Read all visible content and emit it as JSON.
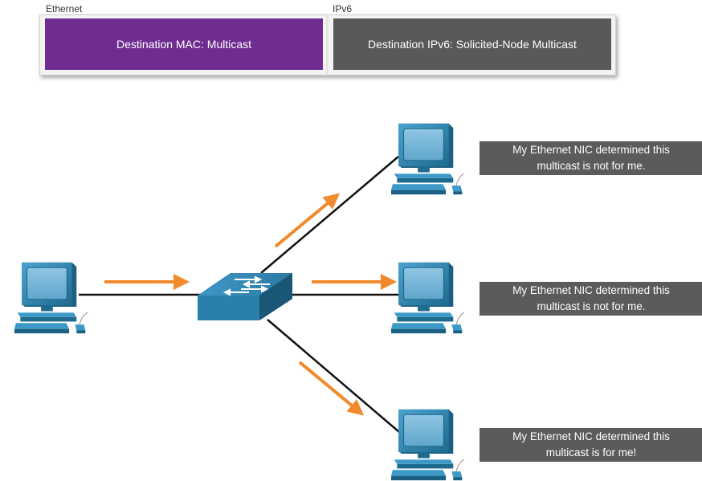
{
  "frame": {
    "ethernet_header": "Ethernet",
    "ipv6_header": "IPv6",
    "ethernet_field": "Destination MAC: Multicast",
    "ipv6_field": "Destination IPv6: Solicited-Node Multicast"
  },
  "hosts": [
    {
      "message": "My Ethernet NIC determined this multicast is not for me."
    },
    {
      "message": "My Ethernet NIC determined this multicast is not for me."
    },
    {
      "message": "My Ethernet NIC determined this multicast is for me!"
    }
  ],
  "colors": {
    "ethernet_purple": "#6f2d91",
    "ipv6_gray": "#5b5858",
    "arrow_orange": "#f08a2c",
    "device_blue": "#2f7fa8",
    "callout_gray": "#5c5a5a"
  },
  "icons": [
    "sender-pc-icon",
    "switch-icon",
    "receiver-pc-icon",
    "flow-arrow-icon"
  ]
}
